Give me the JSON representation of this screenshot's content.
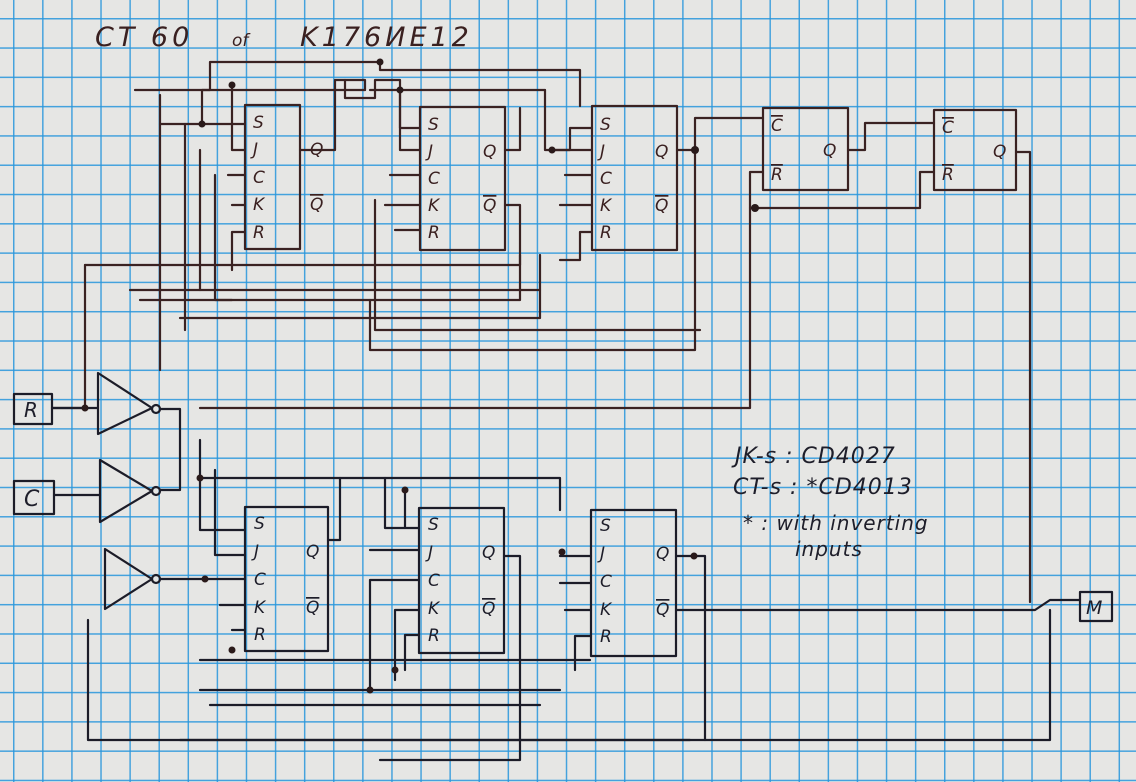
{
  "title": {
    "prefix": "CT 60",
    "of": "of",
    "chip": "K176ИЕ12"
  },
  "notes": {
    "line1": "JK-s : CD4027",
    "line2": "CT-s : *CD4013",
    "line3": "* : with inverting",
    "line4": "inputs"
  },
  "terminals": {
    "reset": "R",
    "clock": "C",
    "minute_out": "M"
  },
  "jk_pins": {
    "s": "S",
    "j": "J",
    "c": "C",
    "k": "K",
    "r": "R",
    "q": "Q",
    "qbar": "Q"
  },
  "ct_pins": {
    "c": "C",
    "r": "R",
    "q": "Q"
  },
  "flipflops": {
    "top_row": [
      "jk-1",
      "jk-2",
      "jk-3"
    ],
    "bottom_row": [
      "jk-4",
      "jk-5",
      "jk-6"
    ],
    "counters": [
      "ct-1",
      "ct-2"
    ]
  },
  "colors": {
    "grid": "#2896dc",
    "paper": "#e6e6e4",
    "ink_top": "#3a2222",
    "ink_bottom": "#1c1c28"
  }
}
